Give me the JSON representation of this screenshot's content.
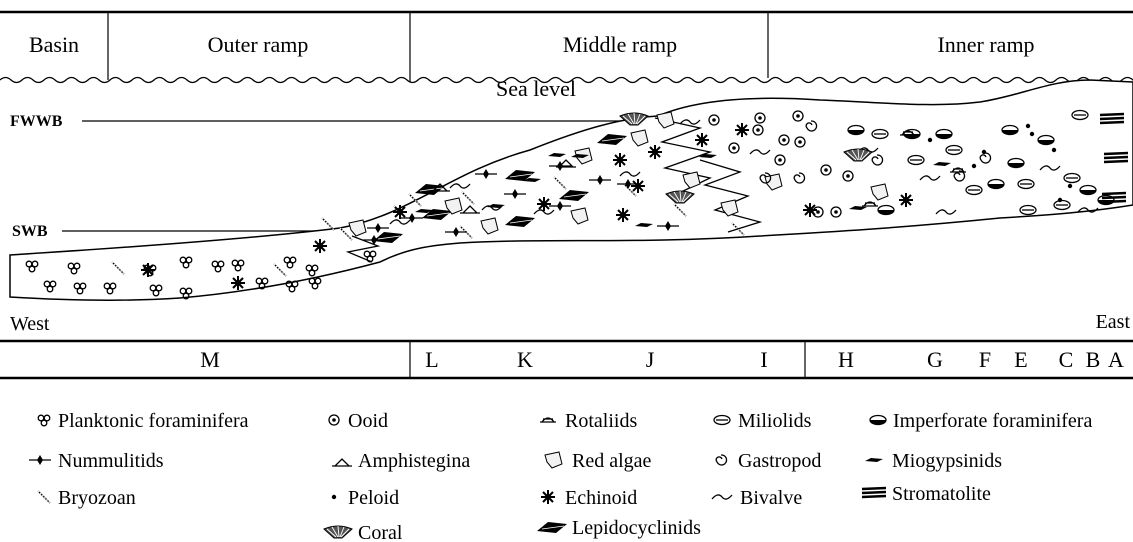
{
  "zones": [
    "Basin",
    "Outer ramp",
    "Middle ramp",
    "Inner ramp"
  ],
  "sea_level": "Sea level",
  "levels": {
    "fwwb": "FWWB",
    "swb": "SWB"
  },
  "directions": {
    "west": "West",
    "east": "East"
  },
  "facies": [
    "M",
    "L",
    "K",
    "J",
    "I",
    "H",
    "G",
    "F",
    "E",
    "C",
    "B",
    "A"
  ],
  "legend": [
    {
      "icon": "planktonic-foraminifera-icon",
      "label": "Planktonic foraminifera"
    },
    {
      "icon": "ooid-icon",
      "label": "Ooid"
    },
    {
      "icon": "rotaliids-icon",
      "label": "Rotaliids"
    },
    {
      "icon": "miliolids-icon",
      "label": "Miliolids"
    },
    {
      "icon": "imperforate-foraminifera-icon",
      "label": "Imperforate foraminifera"
    },
    {
      "icon": "nummulitids-icon",
      "label": "Nummulitids"
    },
    {
      "icon": "amphistegina-icon",
      "label": "Amphistegina"
    },
    {
      "icon": "red-algae-icon",
      "label": "Red algae"
    },
    {
      "icon": "gastropod-icon",
      "label": "Gastropod"
    },
    {
      "icon": "miogypsinids-icon",
      "label": "Miogypsinids"
    },
    {
      "icon": "bryozoan-icon",
      "label": "Bryozoan"
    },
    {
      "icon": "peloid-icon",
      "label": "Peloid"
    },
    {
      "icon": "echinoid-icon",
      "label": "Echinoid"
    },
    {
      "icon": "bivalve-icon",
      "label": "Bivalve"
    },
    {
      "icon": "stromatolite-icon",
      "label": "Stromatolite"
    },
    {
      "icon": "coral-icon",
      "label": "Coral"
    },
    {
      "icon": "lepidocyclinids-icon",
      "label": "Lepidocyclinids"
    }
  ]
}
